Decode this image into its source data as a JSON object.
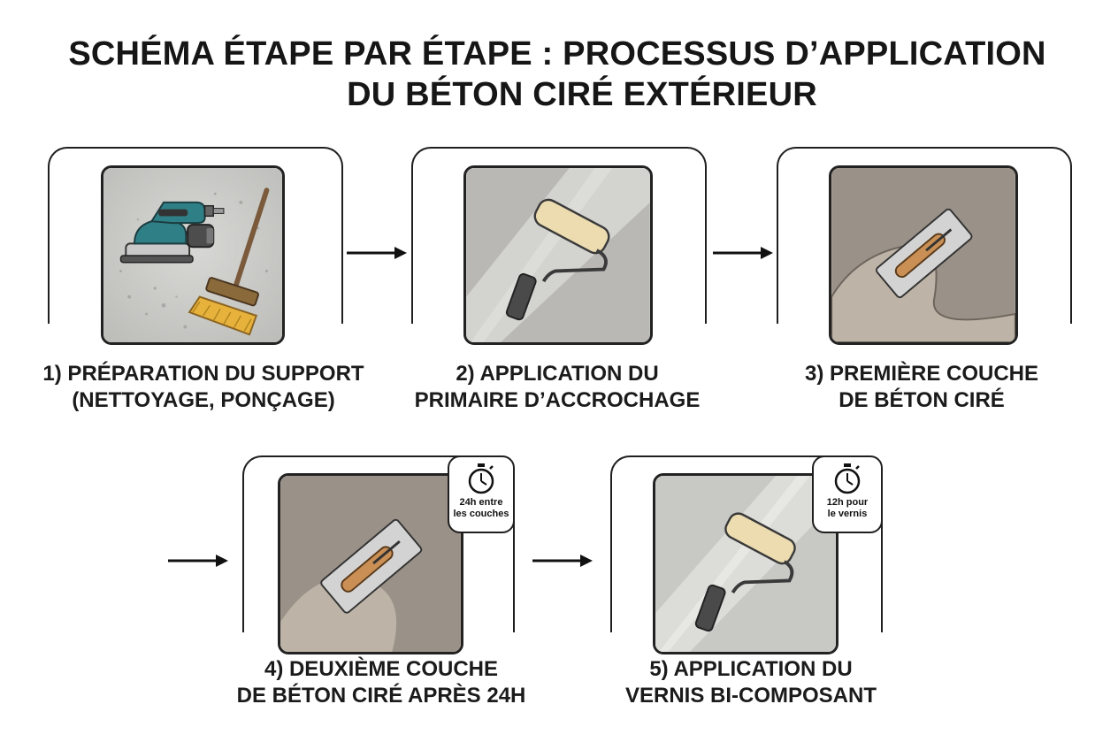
{
  "title": {
    "line1": "SCHÉMA ÉTAPE PAR ÉTAPE : PROCESSUS D’APPLICATION",
    "line2": "DU BÉTON CIRÉ EXTÉRIEUR"
  },
  "steps": [
    {
      "label_line1": "1) PRÉPARATION DU SUPPORT",
      "label_line2": "(NETTOYAGE, PONÇAGE)",
      "icons": [
        "sander-icon",
        "broom-icon"
      ]
    },
    {
      "label_line1": "2) APPLICATION DU",
      "label_line2": "PRIMAIRE D’ACCROCHAGE",
      "icons": [
        "paint-roller-icon"
      ]
    },
    {
      "label_line1": "3) PREMIÈRE COUCHE",
      "label_line2": "DE BÉTON CIRÉ",
      "icons": [
        "trowel-icon"
      ]
    },
    {
      "label_line1": "4) DEUXIÈME COUCHE",
      "label_line2": "DE BÉTON CIRÉ APRÈS 24H",
      "icons": [
        "trowel-icon"
      ],
      "timer": {
        "line1": "24h entre",
        "line2": "les couches"
      }
    },
    {
      "label_line1": "5) APPLICATION DU",
      "label_line2": "VERNIS BI-COMPOSANT",
      "icons": [
        "paint-roller-icon"
      ],
      "timer": {
        "line1": "12h pour",
        "line2": "le vernis"
      }
    }
  ],
  "colors": {
    "concrete_light": "#cfcfcc",
    "concrete_dark": "#9a9188",
    "concrete_beige": "#bdb3a6",
    "roller_cover": "#ecdcb0",
    "handle_dark": "#4a4a4a",
    "sander_teal": "#2f7f86",
    "broom_bristles": "#e7b23c",
    "wood": "#7a5a3a",
    "outline": "#1f1f1f"
  }
}
